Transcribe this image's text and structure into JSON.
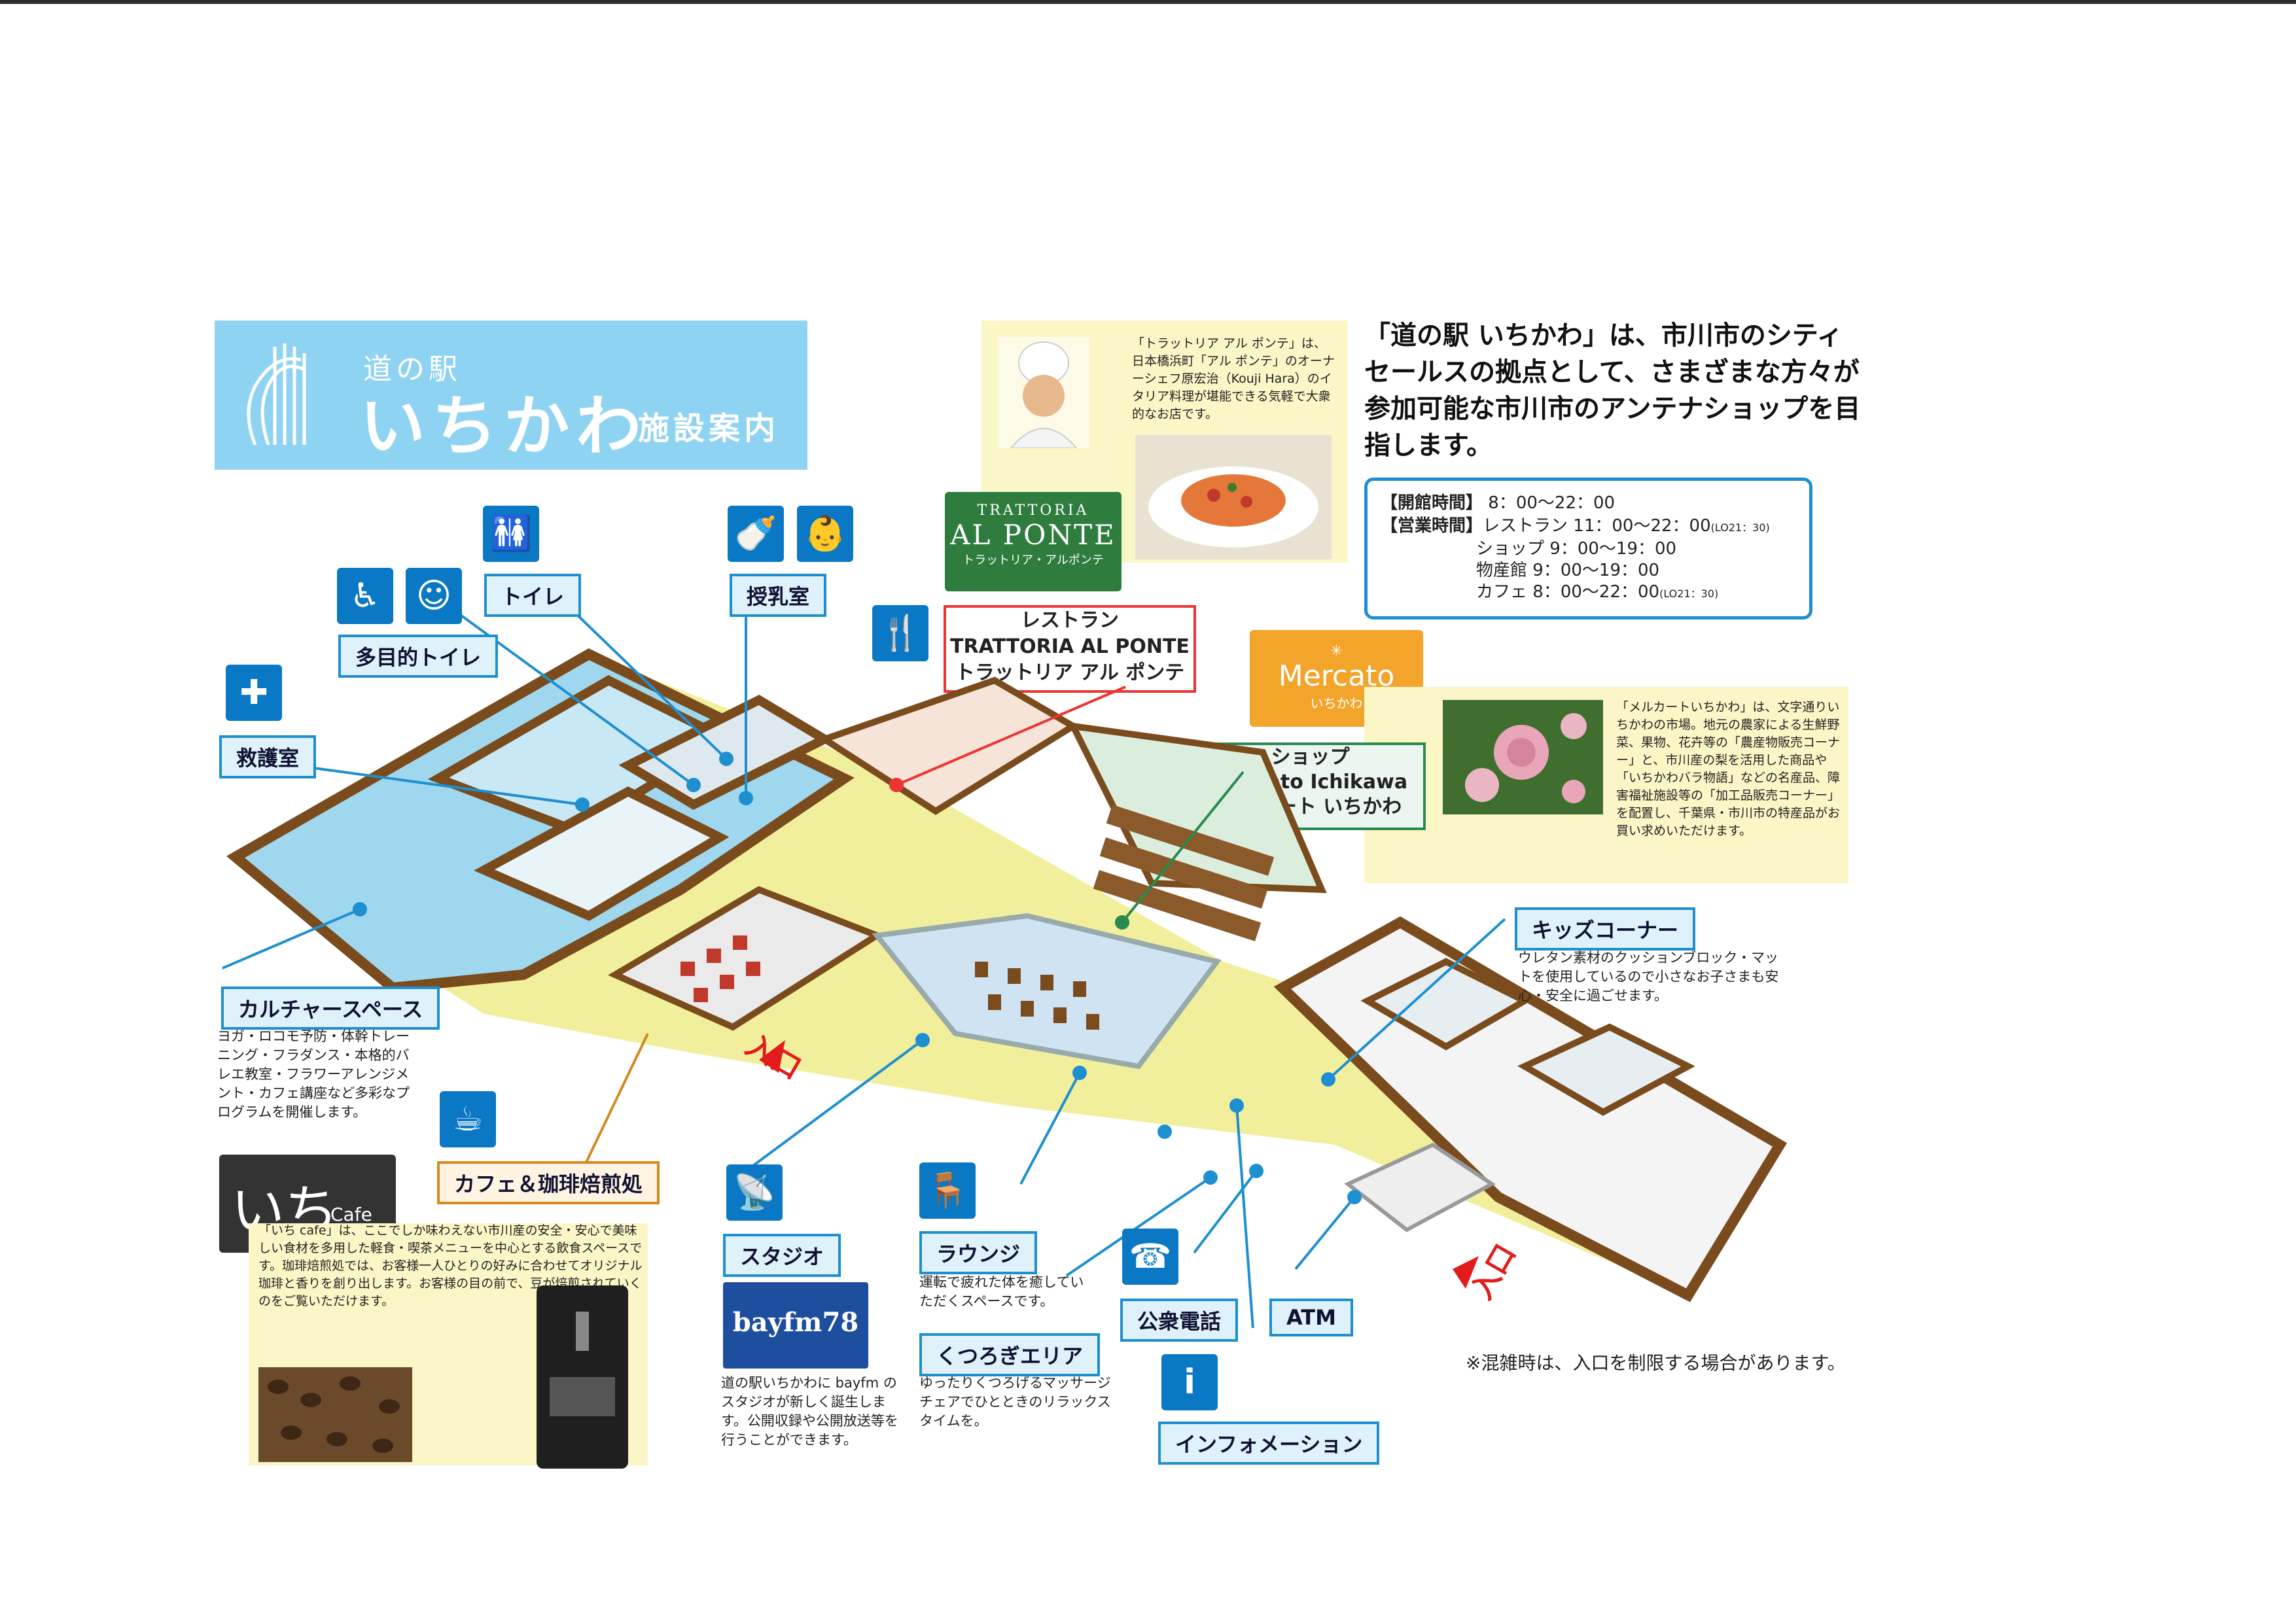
{
  "title": {
    "small": "道の駅",
    "big": "いちかわ",
    "sub": "施設案内"
  },
  "headline": "「道の駅 いちかわ」は、市川市のシティセールスの拠点として、さまざまな方々が参加可能な市川市のアンテナショップを目指します。",
  "hours": {
    "rows": [
      {
        "label": "【開館時間】",
        "name": "",
        "time": "8：00〜22：00",
        "note": ""
      },
      {
        "label": "【営業時間】",
        "name": "レストラン",
        "time": "11：00〜22：00",
        "note": "(LO21：30)"
      },
      {
        "label": "",
        "name": "ショップ",
        "time": "9：00〜19：00",
        "note": ""
      },
      {
        "label": "",
        "name": "物産館",
        "time": "9：00〜19：00",
        "note": ""
      },
      {
        "label": "",
        "name": "カフェ",
        "time": "8：00〜22：00",
        "note": "(LO21：30)"
      }
    ]
  },
  "restaurant": {
    "intro": "「トラットリア アル ポンテ」は、日本橋浜町「アル ポンテ」のオーナーシェフ原宏治（Kouji Hara）のイタリア料理が堪能できる気軽で大衆的なお店です。",
    "logo_top": "TRATTORIA",
    "logo_main": "AL PONTE",
    "logo_bottom": "トラットリア・アルポンテ",
    "label_lines": [
      "レストラン",
      "TRATTORIA AL PONTE",
      "トラットリア アル ポンテ"
    ]
  },
  "shop": {
    "logo": "Mercato",
    "logo_sub": "いちかわ",
    "intro": "「メルカートいちかわ」は、文字通りいちかわの市場。地元の農家による生鮮野菜、果物、花卉等の「農産物販売コーナー」と、市川産の梨を活用した商品や「いちかわバラ物語」などの名産品、障害福祉施設等の「加工品販売コーナー」を配置し、千葉県・市川市の特産品がお買い求めいただけます。",
    "label_lines": [
      "ショップ",
      "Mercato Ichikawa",
      "メルカート いちかわ"
    ]
  },
  "labels": {
    "toilet": "トイレ",
    "multi_toilet": "多目的トイレ",
    "nursing": "授乳室",
    "first_aid": "救護室",
    "culture": "カルチャースペース",
    "cafe": "カフェ＆珈琲焙煎処",
    "studio": "スタジオ",
    "lounge": "ラウンジ",
    "relax": "くつろぎエリア",
    "phone": "公衆電話",
    "atm": "ATM",
    "info": "インフォメーション",
    "kids": "キッズコーナー",
    "entrance": "入口"
  },
  "descs": {
    "culture": "ヨガ・ロコモ予防・体幹トレーニング・フラダンス・本格的バレエ教室・フラワーアレンジメント・カフェ講座など多彩なプログラムを開催します。",
    "cafe": "「いち cafe」は、ここでしか味わえない市川産の安全・安心で美味しい食材を多用した軽食・喫茶メニューを中心とする飲食スペースです。珈琲焙煎処では、お客様一人ひとりの好みに合わせてオリジナル珈琲と香りを創り出します。お客様の目の前で、豆が焙煎されていくのをご覧いただけます。",
    "studio": "道の駅いちかわに bayfm の スタジオが新しく誕生します。公開収録や公開放送等を行うことができます。",
    "lounge": "運転で疲れた体を癒していただくスペースです。",
    "relax": "ゆったりくつろげるマッサージチェアでひとときのリラックスタイムを。",
    "kids": "ウレタン素材のクッションブロック・マットを使用しているので小さなお子さまも安心・安全に過ごせます。"
  },
  "cafe_logo": {
    "main": "いち",
    "sub": "Cafe"
  },
  "bayfm_logo": "bayfm78",
  "footnote": "※混雑時は、入口を制限する場合があります。",
  "colors": {
    "accent_blue": "#1e8fd0",
    "title_blue": "#8fd3f2",
    "trattoria_green": "#2e7d3e",
    "mercato_orange": "#f3a52b",
    "wall_brown": "#8a5a2b",
    "floor_yellow": "#f2ef9c",
    "entrance_red": "#e21b1b"
  },
  "icons": [
    "wheelchair-icon",
    "baby-care-icon",
    "restroom-icon",
    "bottle-icon",
    "baby-icon",
    "first-aid-icon",
    "fork-knife-icon",
    "shopping-bag-icon",
    "coffee-cup-icon",
    "radio-icon",
    "lounge-seat-icon",
    "phone-icon",
    "info-icon"
  ]
}
